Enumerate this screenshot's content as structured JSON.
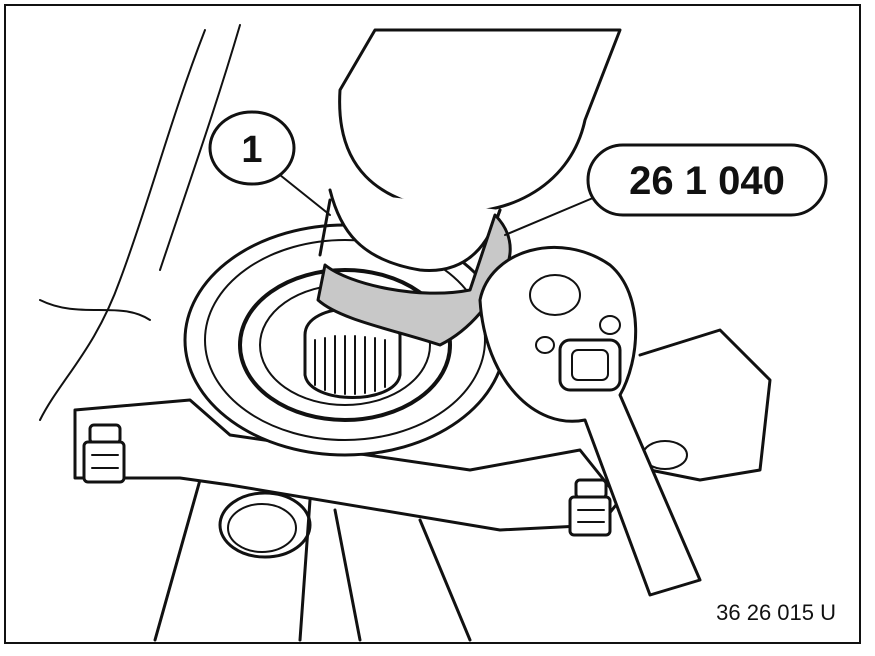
{
  "callouts": {
    "part_label": "1",
    "tool_label": "26 1 040"
  },
  "reference_code": "36 26 015 U",
  "colors": {
    "ink": "#111111",
    "tool_fill": "#c8c8c8",
    "paper": "#ffffff"
  }
}
